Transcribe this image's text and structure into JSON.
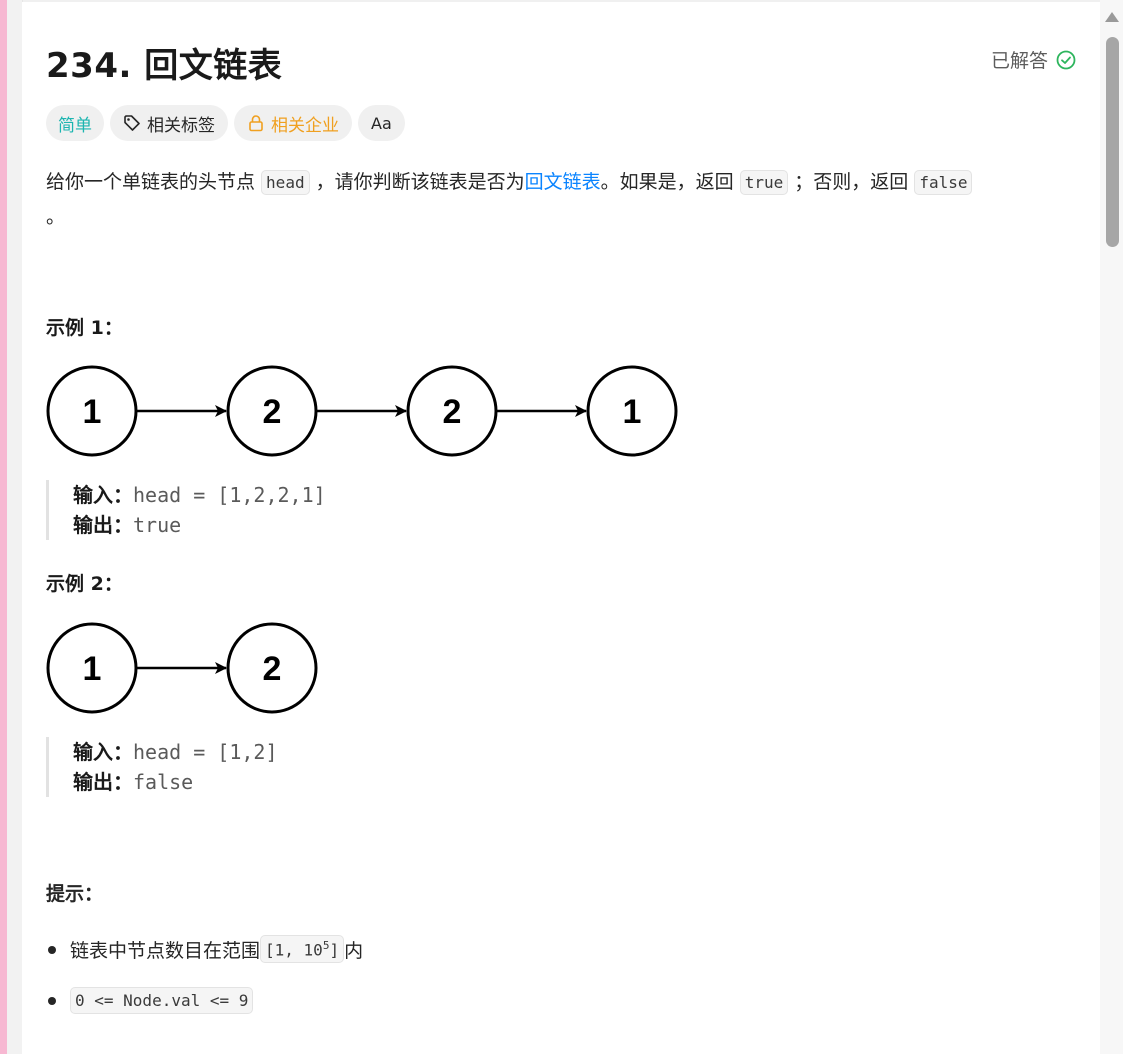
{
  "problem": {
    "title": "234. 回文链表",
    "solved_label": "已解答",
    "tags": {
      "difficulty": "简单",
      "related_tags": "相关标签",
      "related_companies": "相关企业",
      "translate": "Aa"
    },
    "description": {
      "part1": "给你一个单链表的头节点 ",
      "code_head": "head",
      "part2": " ，请你判断该链表是否为",
      "link": "回文链表",
      "part3": "。如果是，返回 ",
      "code_true": "true",
      "part4": " ；否则，返回 ",
      "code_false": "false",
      "part5": "。"
    },
    "examples": [
      {
        "heading": "示例 1：",
        "nodes": [
          "1",
          "2",
          "2",
          "1"
        ],
        "input_label": "输入：",
        "input_value": "head = [1,2,2,1]",
        "output_label": "输出：",
        "output_value": "true"
      },
      {
        "heading": "示例 2：",
        "nodes": [
          "1",
          "2"
        ],
        "input_label": "输入：",
        "input_value": "head = [1,2]",
        "output_label": "输出：",
        "output_value": "false"
      }
    ],
    "hints": {
      "title": "提示：",
      "item1_text": "链表中节点数目在范围",
      "item1_code_a": "[1, 10",
      "item1_code_sup": "5",
      "item1_code_b": "]",
      "item1_suffix": " 内",
      "item2_code": "0 <= Node.val <= 9"
    }
  },
  "colors": {
    "easy": "#1cb5b0",
    "company": "#f0a020",
    "link": "#0a84ff",
    "solved_check": "#2db55d"
  }
}
